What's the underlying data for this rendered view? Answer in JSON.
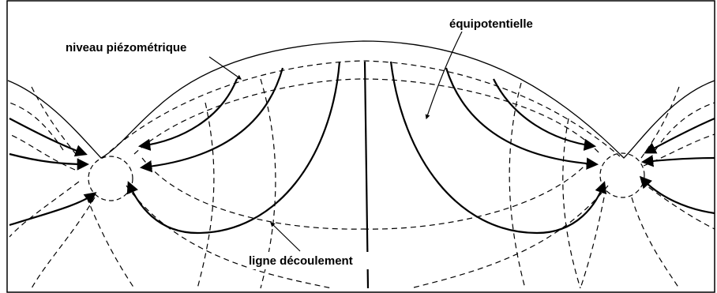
{
  "labels": {
    "piezometric_level": "niveau piézométrique",
    "equipotential": "équipotentielle",
    "flow_line": "ligne découlement"
  },
  "colors": {
    "ink": "#000000",
    "background": "#ffffff"
  }
}
